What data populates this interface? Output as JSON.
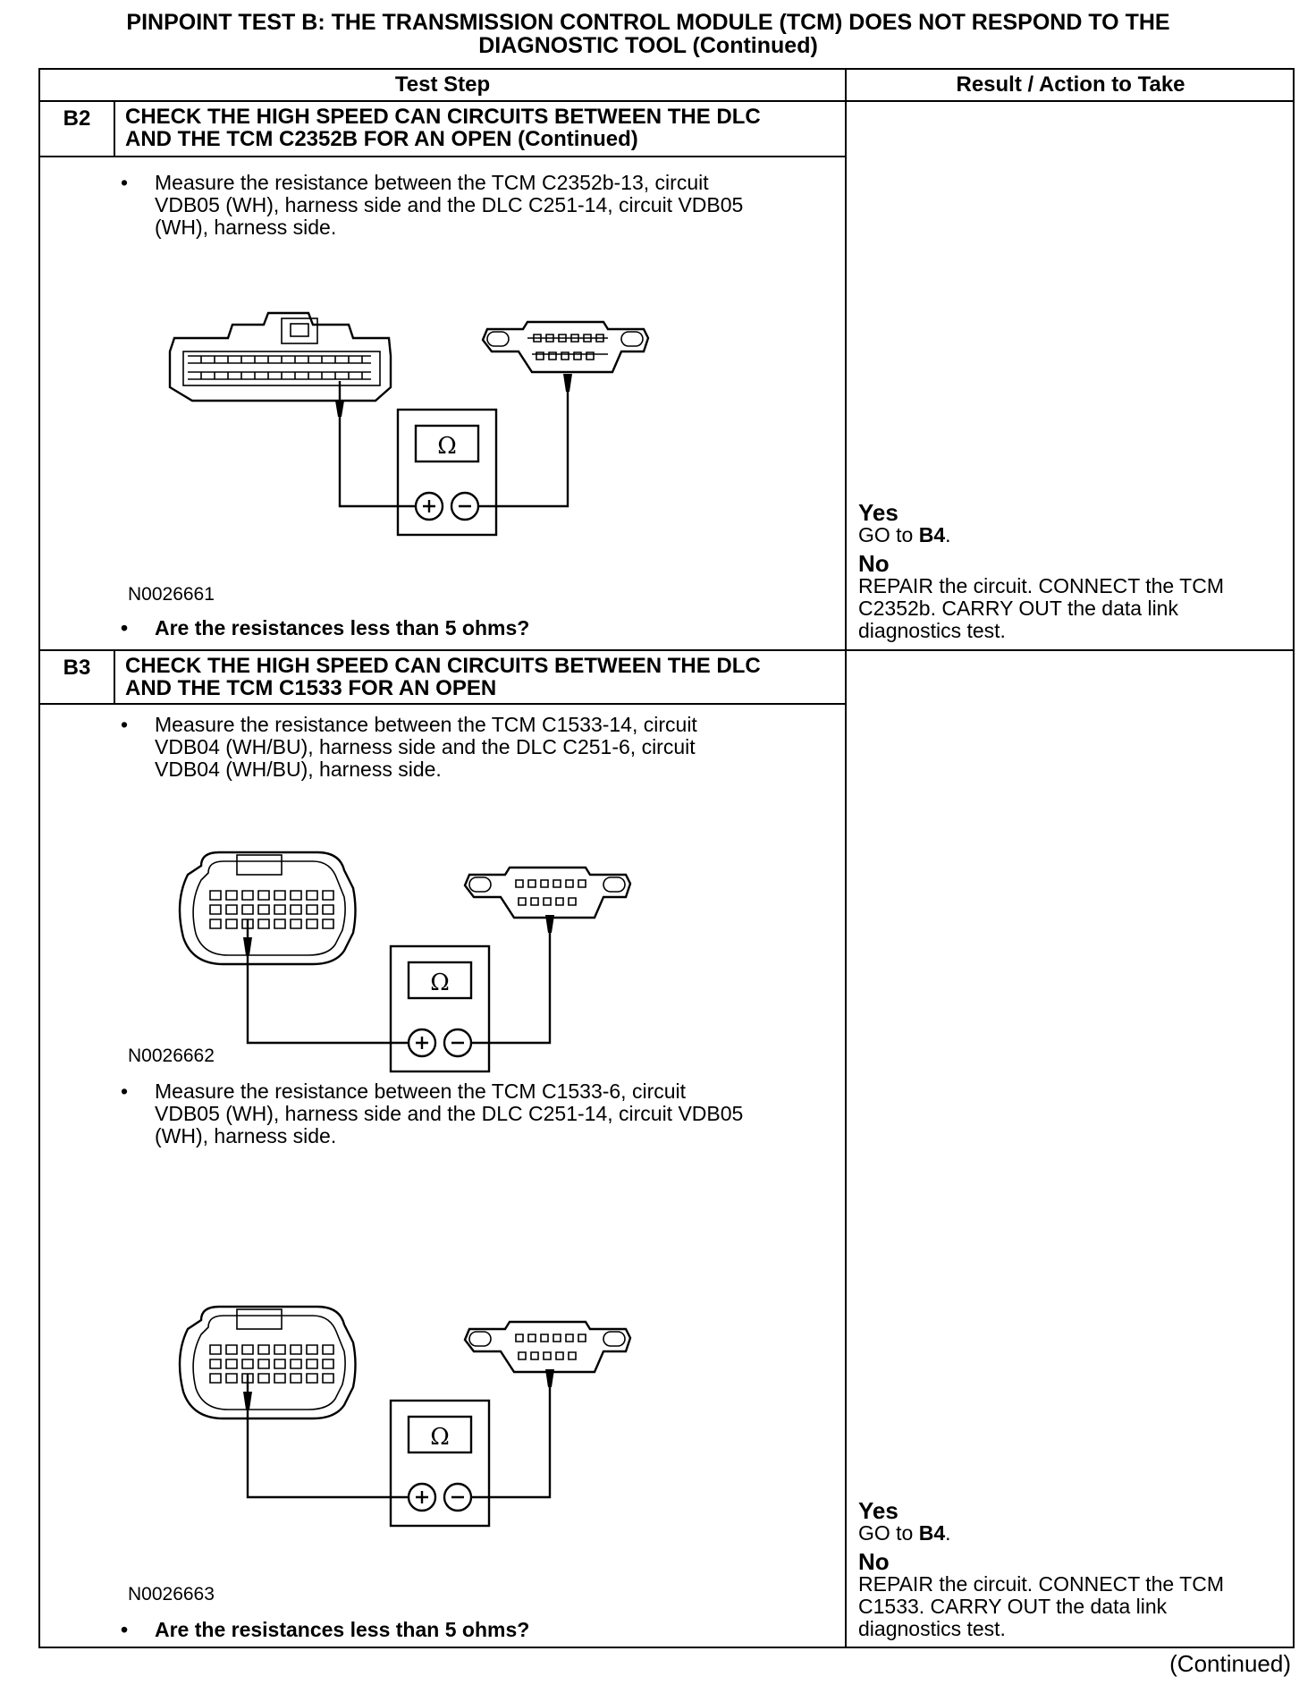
{
  "title": {
    "line1": "PINPOINT TEST B: THE TRANSMISSION CONTROL MODULE (TCM) DOES NOT RESPOND TO THE",
    "line2": "DIAGNOSTIC TOOL (Continued)"
  },
  "table": {
    "header_step": "Test Step",
    "header_result": "Result / Action to Take"
  },
  "steps": [
    {
      "id": "B2",
      "title_lines": [
        "CHECK THE HIGH SPEED CAN CIRCUITS BETWEEN THE DLC",
        "AND THE TCM C2352B FOR AN OPEN (Continued)"
      ],
      "actions": [
        {
          "bullet": "•",
          "lines": [
            "Measure the resistance between the TCM C2352b-13, circuit",
            "VDB05 (WH), harness side and the DLC C251-14, circuit VDB05",
            "(WH), harness side."
          ],
          "figure_id": "N0026661",
          "meter_symbol": "Ω"
        }
      ],
      "question": "Are the resistances less than 5 ohms?",
      "yes_label": "Yes",
      "yes_text_prefix": "GO to ",
      "yes_target": "B4",
      "yes_suffix": ".",
      "no_label": "No",
      "no_lines": [
        "REPAIR the circuit. CONNECT the TCM",
        "C2352b. CARRY OUT the data link",
        "diagnostics test."
      ]
    },
    {
      "id": "B3",
      "title_lines": [
        "CHECK THE HIGH SPEED CAN CIRCUITS BETWEEN THE DLC",
        "AND THE TCM C1533 FOR AN OPEN"
      ],
      "actions": [
        {
          "bullet": "•",
          "lines": [
            "Measure the resistance between the TCM C1533-14, circuit",
            "VDB04 (WH/BU), harness side and the DLC C251-6, circuit",
            "VDB04 (WH/BU), harness side."
          ],
          "figure_id": "N0026662",
          "meter_symbol": "Ω"
        },
        {
          "bullet": "•",
          "lines": [
            "Measure the resistance between the TCM C1533-6, circuit",
            "VDB05 (WH), harness side and the DLC C251-14, circuit VDB05",
            "(WH), harness side."
          ],
          "figure_id": "N0026663",
          "meter_symbol": "Ω"
        }
      ],
      "question": "Are the resistances less than 5 ohms?",
      "yes_label": "Yes",
      "yes_text_prefix": "GO to ",
      "yes_target": "B4",
      "yes_suffix": ".",
      "no_label": "No",
      "no_lines": [
        "REPAIR the circuit. CONNECT the TCM",
        "C1533. CARRY OUT the data link",
        "diagnostics test."
      ]
    }
  ],
  "footer": {
    "continued": "(Continued)"
  }
}
